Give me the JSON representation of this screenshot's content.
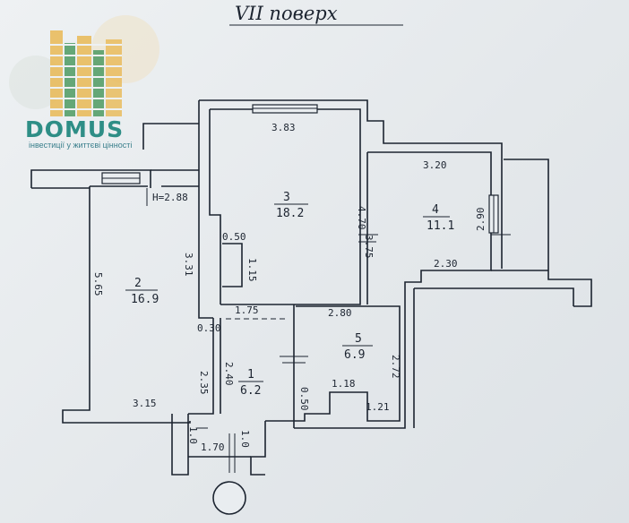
{
  "title": "VII поверх",
  "logo": {
    "name": "DOMUS",
    "tagline": "інвестиції у життєві цінності",
    "colors": {
      "gold": "#e9b955",
      "green": "#4e9a62",
      "teal": "#2e8e86"
    }
  },
  "ceiling_height": "Н=2.88",
  "rooms": [
    {
      "number": "1",
      "area": "6.2"
    },
    {
      "number": "2",
      "area": "16.9"
    },
    {
      "number": "3",
      "area": "18.2"
    },
    {
      "number": "4",
      "area": "11.1"
    },
    {
      "number": "5",
      "area": "6.9"
    }
  ],
  "dimensions": {
    "top_3_83": "3.83",
    "v_4_70": "4.70",
    "v_3_75": "3.75",
    "r4_3_20": "3.20",
    "r4_2_90": "2.90",
    "r4_2_30": "2.30",
    "r2_5_65": "5.65",
    "r2_3_15": "3.15",
    "v_3_31": "3.31",
    "niche_0_50": "0.50",
    "niche_1_15": "1.15",
    "h_1_75": "1.75",
    "h_0_30": "0.30",
    "v_2_35": "2.35",
    "v_2_40": "2.40",
    "r5_2_80": "2.80",
    "r5_2_72": "2.72",
    "r5_1_18": "1.18",
    "r5_0_50": "0.50",
    "r5_1_21": "1.21",
    "ent_1_0a": "1.0",
    "ent_1_70": "1.70",
    "ent_1_0b": "1.0"
  }
}
